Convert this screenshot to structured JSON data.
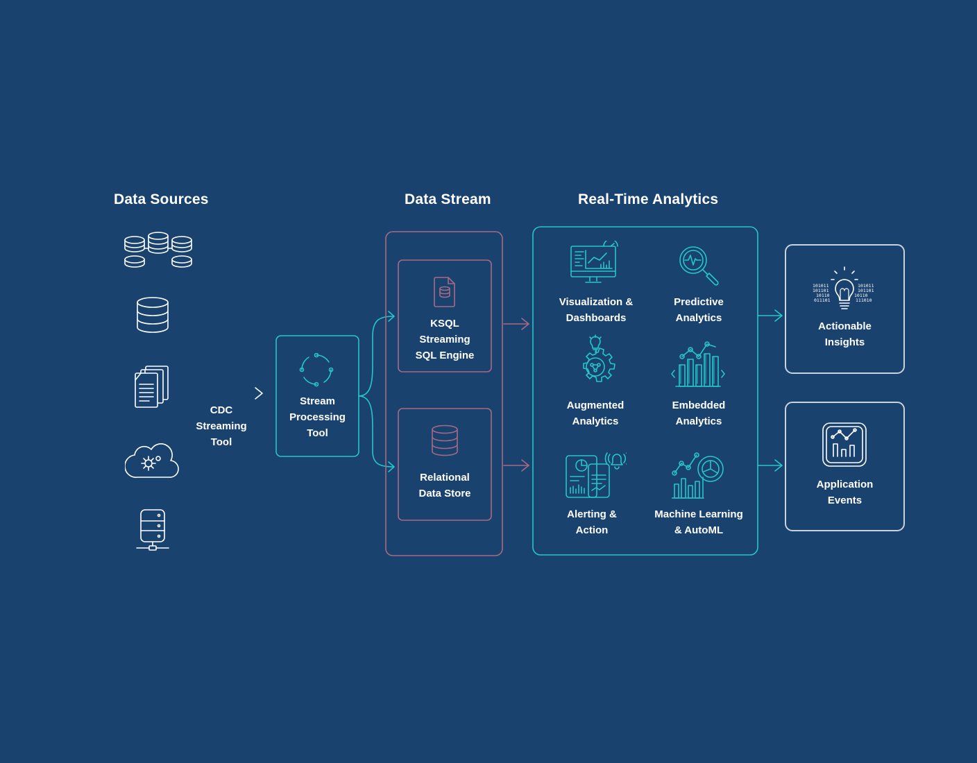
{
  "headings": {
    "data_sources": "Data Sources",
    "data_stream": "Data Stream",
    "real_time_analytics": "Real-Time Analytics"
  },
  "sources": [
    {
      "icon": "database-cluster-icon"
    },
    {
      "icon": "database-icon"
    },
    {
      "icon": "documents-icon"
    },
    {
      "icon": "cloud-gear-icon"
    },
    {
      "icon": "server-network-icon"
    }
  ],
  "cdc": {
    "line1": "CDC",
    "line2": "Streaming",
    "line3": "Tool"
  },
  "stream_tool": {
    "line1": "Stream",
    "line2": "Processing",
    "line3": "Tool",
    "icon": "cycle-icon"
  },
  "ksql": {
    "line1": "KSQL",
    "line2": "Streaming",
    "line3": "SQL Engine",
    "icon": "sql-file-icon"
  },
  "relational": {
    "line1": "Relational",
    "line2": "Data Store",
    "icon": "database-icon"
  },
  "analytics": [
    {
      "line1": "Visualization &",
      "line2": "Dashboards",
      "icon": "dashboard-monitor-icon"
    },
    {
      "line1": "Predictive",
      "line2": "Analytics",
      "icon": "magnifier-pulse-icon"
    },
    {
      "line1": "Augmented",
      "line2": "Analytics",
      "icon": "gear-bulb-icon"
    },
    {
      "line1": "Embedded",
      "line2": "Analytics",
      "icon": "bar-chart-code-icon"
    },
    {
      "line1": "Alerting &",
      "line2": "Action",
      "icon": "mobile-alert-icon"
    },
    {
      "line1": "Machine Learning",
      "line2": "& AutoML",
      "icon": "ml-chart-icon"
    }
  ],
  "outputs": [
    {
      "line1": "Actionable",
      "line2": "Insights",
      "icon": "lightbulb-binary-icon"
    },
    {
      "line1": "Application",
      "line2": "Events",
      "icon": "app-chart-icon"
    }
  ],
  "binary": [
    "101011",
    "101101",
    "10110",
    "011101",
    "101011",
    "101101",
    "10110",
    "111010"
  ],
  "colors": {
    "background": "#1a426e",
    "teal": "#27c7c9",
    "mauve": "#a86a83",
    "outline": "#c9d3de",
    "text": "#ffffff"
  }
}
